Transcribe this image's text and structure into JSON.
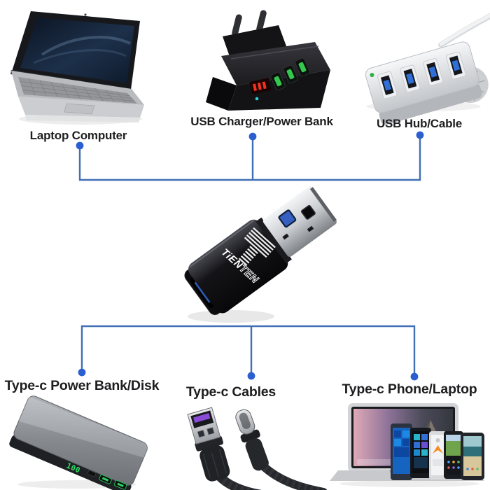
{
  "colors": {
    "background": "#ffffff",
    "connector_line": "#4070b5",
    "connector_dot": "#2b5fd0",
    "label_text": "#1e1e20",
    "accent_green": "#34c94e",
    "accent_red": "#f33121",
    "usb_blue": "#2f6fd6",
    "usb_c_purple": "#8a4bd6"
  },
  "top_row": {
    "items": [
      {
        "label": "Laptop Computer"
      },
      {
        "label": "USB Charger/Power Bank"
      },
      {
        "label": "USB Hub/Cable"
      }
    ]
  },
  "adapter": {
    "brand_part1": "TiEN",
    "brand_part2": "TEN"
  },
  "bottom_row": {
    "items": [
      {
        "label": "Type-c Power Bank/Disk"
      },
      {
        "label": "Type-c Cables"
      },
      {
        "label": "Type-c Phone/Laptop"
      }
    ]
  },
  "power_bank": {
    "battery_display": "100"
  }
}
